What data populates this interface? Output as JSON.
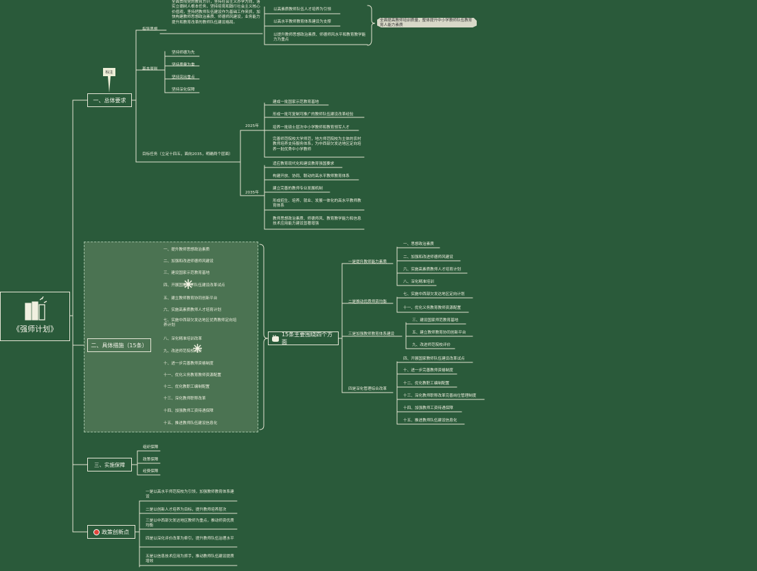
{
  "root": {
    "title": "《强师计划》",
    "icon": "book-stack-icon"
  },
  "note_tag": "标注",
  "branches": [
    {
      "label": "一、总体要求"
    },
    {
      "label": "二、具体措施（15条）"
    },
    {
      "label": "三、实施保障"
    },
    {
      "label": "政策创新点",
      "icon": "red-dot-icon"
    }
  ],
  "overall": {
    "guiding_label": "指导思想",
    "guiding_text": "全面贯彻党的教育方针，坚持社会主义办学方向，落实立德树人根本任务，坚持培育和践行社会主义核心价值观，坚持把教师队伍建设作为基础工作来抓，加快构建教师思想政治素质、师德师风建设，业务能力提升和教育改革的教师队伍建设格局。",
    "guiding_items": [
      "以高素质教师队伍人才培养为引领",
      "以高水平教师教育体系建设为支撑",
      "以提升教师思想政治素质、师德师风水平和教育教学能力为重点"
    ],
    "guiding_summary": "全面提高教师培训质量，整体提升中小学教师队伍教育育人能力素质",
    "principles_label": "基本原则",
    "principles": [
      "坚持师德为先",
      "坚持质量为重",
      "坚持突出重点",
      "坚持深化保障"
    ],
    "goals_label": "目标任务（立足十四五，面向2035，明确两个层面）",
    "y2025_label": "2025年",
    "y2025": [
      "建成一批国家示范教育基地",
      "形成一批可复制可推广的教师队伍建设改革经验",
      "培养一批硕士层次中小学教师和教育领军人才",
      "完善师范院校大学师范，地方师范院校为主体的农村教师培养支持服务体系，为中西部欠发达地区定向培养一批优秀中小学教师"
    ],
    "y2035_label": "2035年",
    "y2035": [
      "适应教育现代化和建设教育强国要求",
      "构建开放、协同、联动的高水平教师教育体系",
      "建立完善的教师专业发展机制",
      "形成招生、培养、就业、发展一体化的高水平教师教育体系",
      "教师思想政治素质、师德师风、教育教学能力和信息技术应用能力建设显著增强"
    ]
  },
  "measures": [
    "一、提升教师思想政治素质",
    "二、加强和改进师德师风建设",
    "三、建设国家示范教育基地",
    "四、开展国家教师队伍建设改革试点",
    "五、建立教师教育协同创新平台",
    "六、实施高素质教师人才培育计划",
    "七、实施中西部欠发达地区优秀教师定向培养计划",
    "八、深化精准培训改革",
    "九、改进师范院校评价",
    "十、进一步完善教师资格制度",
    "十一、优化义务教育教师资源配置",
    "十二、优化教职工编制配置",
    "十三、深化教师职称改革",
    "十四、加强教师工资待遇保障",
    "十五、推进教师队伍建设信息化"
  ],
  "center": {
    "label": "15条主要围绕四个方面",
    "icon": "hand-icon"
  },
  "aspects": [
    {
      "label": "一是提升教师能力素质",
      "items": [
        "一、思想政治素质",
        "二、加强和改进师德师风建设",
        "六、实施高素质教师人才培育计划",
        "八、深化精准培训"
      ]
    },
    {
      "label": "二是推动优质师资均衡",
      "items": [
        "七、实施中西部欠发达地区定向计划",
        "十一、优化义务教育教师资源配置"
      ]
    },
    {
      "label": "三是加强教师教育体系建设",
      "items": [
        "三、建设国家师范教育基地",
        "五、建立教师教育协同创新平台",
        "九、改进师范院校评价"
      ]
    },
    {
      "label": "四是深化管理综合改革",
      "items": [
        "四、开展国家教师队伍建设改革试点",
        "十、进一步完善教师资格制度",
        "十二、优化教职工编制配置",
        "十三、深化教师职称改革完善岗位管理制度",
        "十四、加强教师工资待遇保障",
        "十五、推进教师队伍建设信息化"
      ]
    }
  ],
  "support": [
    "组织保障",
    "政策保障",
    "经费保障"
  ],
  "innovations": [
    "一是以高水平师范院校为引领，加强教师教育体系建设",
    "二是以创新人才培养为目标，提升教师培养层次",
    "三是以中西部欠发达地区教师为重点，推动师资优质均衡",
    "四是以深化评价改革为牵引，提升教师队伍治理水平",
    "五是以信息技术应用为抓手，推动教师队伍建设提质增效"
  ]
}
